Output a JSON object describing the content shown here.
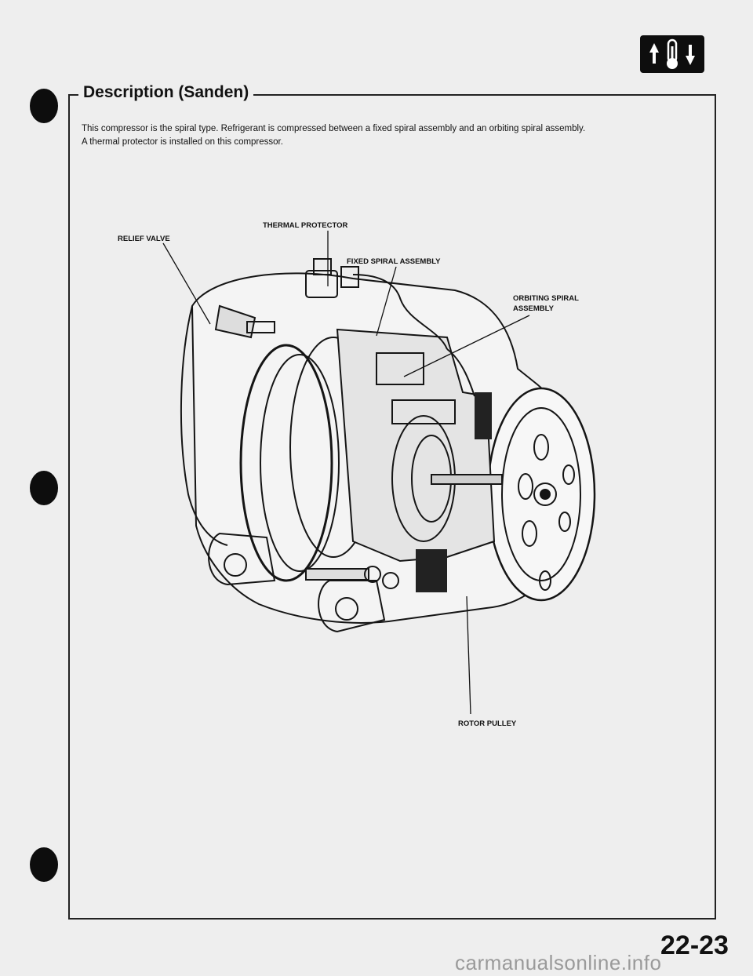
{
  "header": {
    "title": "Description (Sanden)",
    "section_icon": "ac-thermometer-icon"
  },
  "description": {
    "line1": "This compressor is the spiral type. Refrigerant is compressed between a fixed spiral assembly and an orbiting spiral assembly.",
    "line2": "A thermal protector is installed on this compressor."
  },
  "diagram": {
    "labels": {
      "thermal_protector": "THERMAL PROTECTOR",
      "relief_valve": "RELIEF VALVE",
      "fixed_spiral": "FIXED SPIRAL ASSEMBLY",
      "orbiting_spiral_1": "ORBITING SPIRAL",
      "orbiting_spiral_2": "ASSEMBLY",
      "rotor_pulley": "ROTOR PULLEY"
    }
  },
  "footer": {
    "page_number": "22-23",
    "watermark": "carmanualsonline.info"
  },
  "colors": {
    "paper": "#eeeeee",
    "ink": "#111111"
  }
}
